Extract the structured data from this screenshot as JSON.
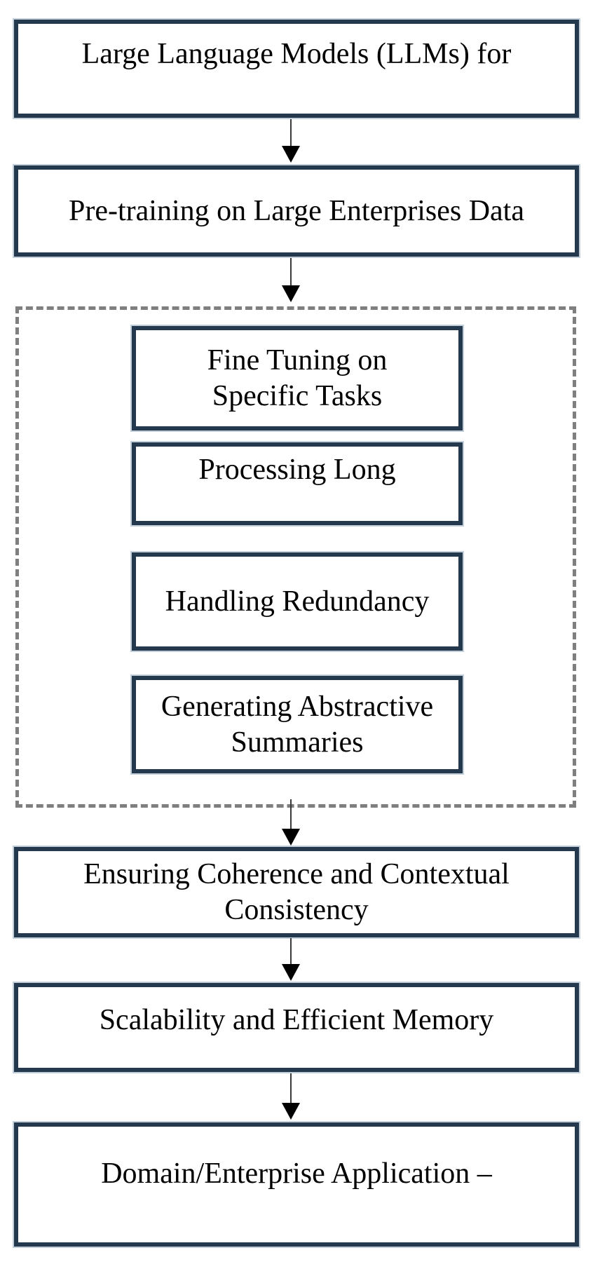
{
  "diagram": {
    "type": "flowchart",
    "direction": "top-down",
    "description": "Vertical flowchart of LLM pipeline stages with a dashed group of challenge boxes in the middle"
  },
  "theme": {
    "box_border_color": "#24384e",
    "box_fill_color": "#ffffff",
    "box_halo_color": "#c3cedb",
    "dashed_group_border_color": "#7f7f7f",
    "arrow_shaft_color": "#3a3a3a",
    "arrow_head_color": "#000000",
    "text_color": "#000000",
    "background_color": "#ffffff"
  },
  "nodes": {
    "llms": {
      "label": "Large Language Models (LLMs) for"
    },
    "pretraining": {
      "label": "Pre-training on Large Enterprises Data"
    },
    "fine_tuning": {
      "label": "Fine Tuning on\nSpecific Tasks"
    },
    "processing_long": {
      "label": "Processing Long"
    },
    "handling_redundancy": {
      "label": "Handling Redundancy"
    },
    "generating_abstractive": {
      "label": "Generating Abstractive\nSummaries"
    },
    "ensuring_coherence": {
      "label": "Ensuring Coherence and Contextual\nConsistency"
    },
    "scalability": {
      "label": "Scalability and Efficient Memory"
    },
    "domain_application": {
      "label": "Domain/Enterprise Application –"
    }
  },
  "groups": [
    {
      "id": "challenges_group",
      "border_style": "dashed",
      "children": [
        "fine_tuning",
        "processing_long",
        "handling_redundancy",
        "generating_abstractive"
      ]
    }
  ],
  "edges": [
    {
      "from": "llms",
      "to": "pretraining",
      "style": "arrow-down"
    },
    {
      "from": "pretraining",
      "to": "challenges_group",
      "style": "arrow-down"
    },
    {
      "from": "challenges_group",
      "to": "ensuring_coherence",
      "style": "arrow-down"
    },
    {
      "from": "ensuring_coherence",
      "to": "scalability",
      "style": "arrow-down"
    },
    {
      "from": "scalability",
      "to": "domain_application",
      "style": "arrow-down"
    }
  ]
}
